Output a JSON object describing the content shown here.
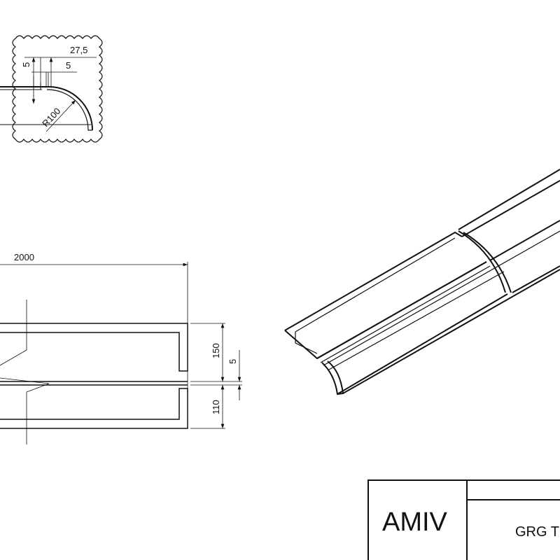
{
  "detail": {
    "dim_width": "27,5",
    "dim_gap_vertical": "5",
    "dim_gap_horizontal": "5",
    "dim_radius": "R100"
  },
  "plan_view": {
    "dim_length": "2000",
    "dim_top_strip": "150",
    "dim_gap": "5",
    "dim_bottom_strip": "110"
  },
  "title_block": {
    "company": "AMIV",
    "drawing_title": "GRG T"
  },
  "colors": {
    "line": "#111111",
    "background": "#ffffff"
  }
}
